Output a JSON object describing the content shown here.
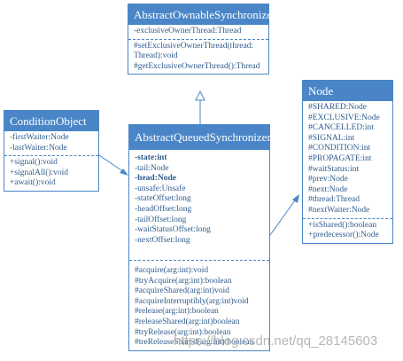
{
  "classes": {
    "aos": {
      "name": "AbstractOwnableSynchronizer",
      "fields": [
        "-exclusiveOwnerThread:Thread"
      ],
      "methods": [
        "#setExclusiveOwnerThread(thread: Thread):void",
        "#getExclusiveOwnerThread():Thread"
      ]
    },
    "node": {
      "name": "Node",
      "fields": [
        "#SHARED:Node",
        "#EXCLUSIVE:Node",
        "#CANCELLED:int",
        "#SIGNAL:int",
        "#CONDITION:int",
        "#PROPAGATE:int",
        "#waitStatus:int",
        "#prev:Node",
        "#next:Node",
        "#thread:Thread",
        "#nextWaiter:Node"
      ],
      "methods": [
        "+isShared():boolean",
        "+predecessor():Node"
      ]
    },
    "condition": {
      "name": "ConditionObject",
      "fields": [
        "-firstWaiter:Node",
        "-lastWaiter:Node"
      ],
      "methods": [
        "+signal():void",
        "+signalAll():void",
        "+await():void"
      ]
    },
    "aqs": {
      "name": "AbstractQueuedSynchronizer",
      "fields": [
        "-state:int",
        "-tail:Node",
        "-head:Node",
        "-unsafe:Unsafe",
        "-stateOffset:long",
        "-headOffset:long",
        "-tailOffset:long",
        "-waitStatusOffset:long",
        "-nextOffset:long"
      ],
      "methods": [
        "#acquire(arg:int):void",
        "#tryAcquire(arg:int):boolean",
        "#acquireShared(arg:int)void",
        "#acquireInterruptibly(arg:int)void",
        "#release(arg:int):boolean",
        "#releaseShared(arg:int)boolean",
        "#tryRelease(arg:int):boolean",
        "#treReleaseShared(arg:int):boolean"
      ]
    }
  },
  "watermark": "https://blog.csdn.net/qq_28145603",
  "colors": {
    "header": "#4a86c7",
    "border": "#4a86c7",
    "text": "#2f5b8c",
    "watermark": "#aaaaaa"
  }
}
